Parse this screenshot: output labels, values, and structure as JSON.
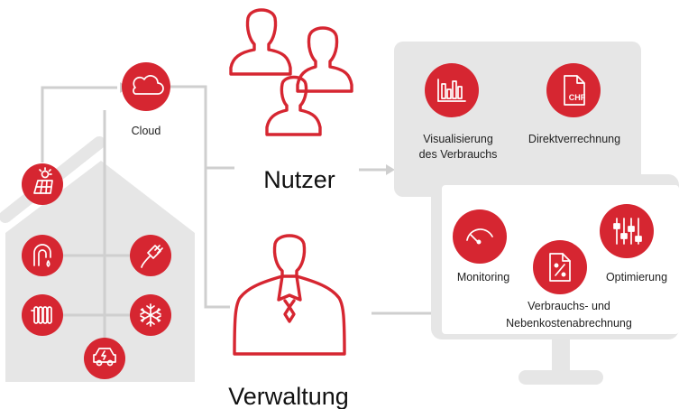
{
  "colors": {
    "accent": "#d62631",
    "panel": "#e6e6e6",
    "connector": "#cfcfcf",
    "text": "#222222"
  },
  "cloud": {
    "label": "Cloud",
    "icon": "cloud-icon"
  },
  "actors": {
    "users_label": "Nutzer",
    "users_icon": "users-group-icon",
    "admin_label": "Verwaltung",
    "admin_icon": "manager-icon"
  },
  "user_panel": {
    "items": [
      {
        "label_line1": "Visualisierung",
        "label_line2": "des Verbrauchs",
        "icon": "bar-chart-icon"
      },
      {
        "label": "Direktverrechnung",
        "icon": "chf-document-icon",
        "icon_text": "CHF"
      }
    ]
  },
  "admin_monitor": {
    "items": [
      {
        "label": "Monitoring",
        "icon": "gauge-icon"
      },
      {
        "label_line1": "Verbrauchs- und",
        "label_line2": "Nebenkostenabrechnung",
        "icon": "percent-document-icon"
      },
      {
        "label": "Optimierung",
        "icon": "sliders-icon"
      }
    ]
  },
  "house": {
    "devices": [
      {
        "name": "solar",
        "icon": "solar-panel-icon"
      },
      {
        "name": "water",
        "icon": "water-tap-icon"
      },
      {
        "name": "power",
        "icon": "plug-icon"
      },
      {
        "name": "heating",
        "icon": "radiator-icon"
      },
      {
        "name": "cooling",
        "icon": "snowflake-icon"
      },
      {
        "name": "ev-charging",
        "icon": "electric-car-icon"
      }
    ]
  }
}
